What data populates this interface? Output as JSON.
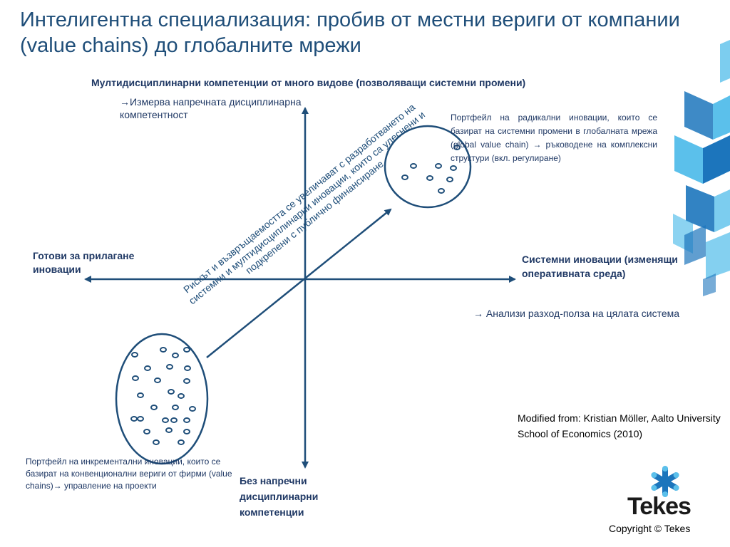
{
  "title": "Интелигентна специализация: пробив от местни вериги от компании (value chains) до глобалните мрежи",
  "axes": {
    "top": "Мултидисциплинарни компетенции от много видове (позволяващи системни промени)",
    "top_sub": "→Измерва напречната дисциплинарна компетентност",
    "left": "Готови за прилагане иновации",
    "right": "Системни иновации (изменящи оперативната среда)",
    "right_sub": "→ Анализи разход-полза на цялата система",
    "bottom": "Без напречни дисциплинарни компетенции"
  },
  "diagonal_text": "Рискът и възвръщаемостта се увеличават с разработването на системни и мултидисциплинарни иновации, които са улеснени и подкрепени с публично финансиране",
  "portfolio_radical": "Портфейл на радикални иновации, които се базират на системни промени в глобалната мрежа (global value chain) → ръководене на комплексни структури (вкл. регулиране)",
  "portfolio_incremental": "Портфейл на инкрементални иновации, които се базират на конвенционални вериги от фирми (value chains)→ управление на проекти",
  "source": "Modified from: Kristian Möller, Aalto University School of Economics (2010)",
  "logo": "Tekes",
  "copyright": "Copyright © Tekes",
  "colors": {
    "title": "#1f4e79",
    "text": "#1f3864",
    "lines": "#1f4e79",
    "deco_light": "#5bc0eb",
    "deco_dark": "#1c75bc"
  }
}
